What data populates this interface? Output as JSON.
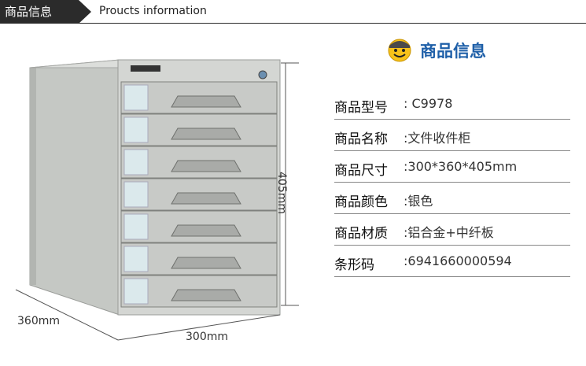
{
  "header": {
    "tab_label": "商品信息",
    "subtitle": "Proucts information"
  },
  "dimensions": {
    "height": "405mm",
    "depth": "360mm",
    "width": "300mm"
  },
  "product_info": {
    "title": "商品信息",
    "rows": [
      {
        "label": "商品型号",
        "value": ": C9978"
      },
      {
        "label": "商品名称",
        "value": ":文件收件柜"
      },
      {
        "label": "商品尺寸",
        "value": ":300*360*405mm"
      },
      {
        "label": "商品颜色",
        "value": ":银色"
      },
      {
        "label": "商品材质",
        "value": ":铝合金+中纤板"
      },
      {
        "label": "条形码",
        "value": ":6941660000594"
      }
    ]
  },
  "colors": {
    "accent": "#1e5fa8",
    "header_bg": "#2b2b2b",
    "cabinet_silver": "#c9ccc8"
  }
}
